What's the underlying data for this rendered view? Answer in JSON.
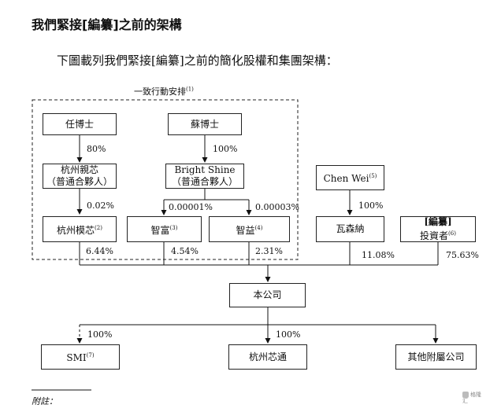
{
  "heading": "我們緊接[編纂]之前的架構",
  "intro": "下圖載列我們緊接[編纂]之前的簡化股權和集團架構：",
  "concert_group": {
    "label": "一致行動安排",
    "note": "(1)"
  },
  "nodes": {
    "ren": {
      "line1": "任博士"
    },
    "su": {
      "line1": "蘇博士"
    },
    "hz_qinxin": {
      "line1": "杭州親芯",
      "line2": "（普通合夥人）"
    },
    "bright_shine": {
      "line1": "Bright Shine",
      "line2": "（普通合夥人）"
    },
    "hz_moxin": {
      "line1": "杭州模芯",
      "note": "(2)"
    },
    "zhifu": {
      "line1": "智富",
      "note": "(3)"
    },
    "zhiyi": {
      "line1": "智益",
      "note": "(4)"
    },
    "chen_wei": {
      "line1": "Chen Wei",
      "note": "(5)"
    },
    "wasenna": {
      "line1": "瓦森納"
    },
    "investors": {
      "line1": "[編纂]",
      "line2": "投資者",
      "note": "(6)"
    },
    "company": {
      "line1": "本公司"
    },
    "smi": {
      "line1": "SMI",
      "note": "(7)"
    },
    "hz_xintong": {
      "line1": "杭州芯通"
    },
    "others": {
      "line1": "其他附屬公司"
    }
  },
  "percentages": {
    "ren_qinxin": "80%",
    "su_bright": "100%",
    "qinxin_moxin": "0.02%",
    "bright_zhifu": "0.00001%",
    "bright_zhiyi": "0.00003%",
    "chen_wasenna": "100%",
    "moxin_co": "6.44%",
    "zhifu_co": "4.54%",
    "zhiyi_co": "2.31%",
    "wasenna_co": "11.08%",
    "investors_co": "75.63%",
    "co_smi": "100%",
    "co_xintong": "100%"
  },
  "footnote_label": "附註：",
  "watermark": "格隆汇"
}
